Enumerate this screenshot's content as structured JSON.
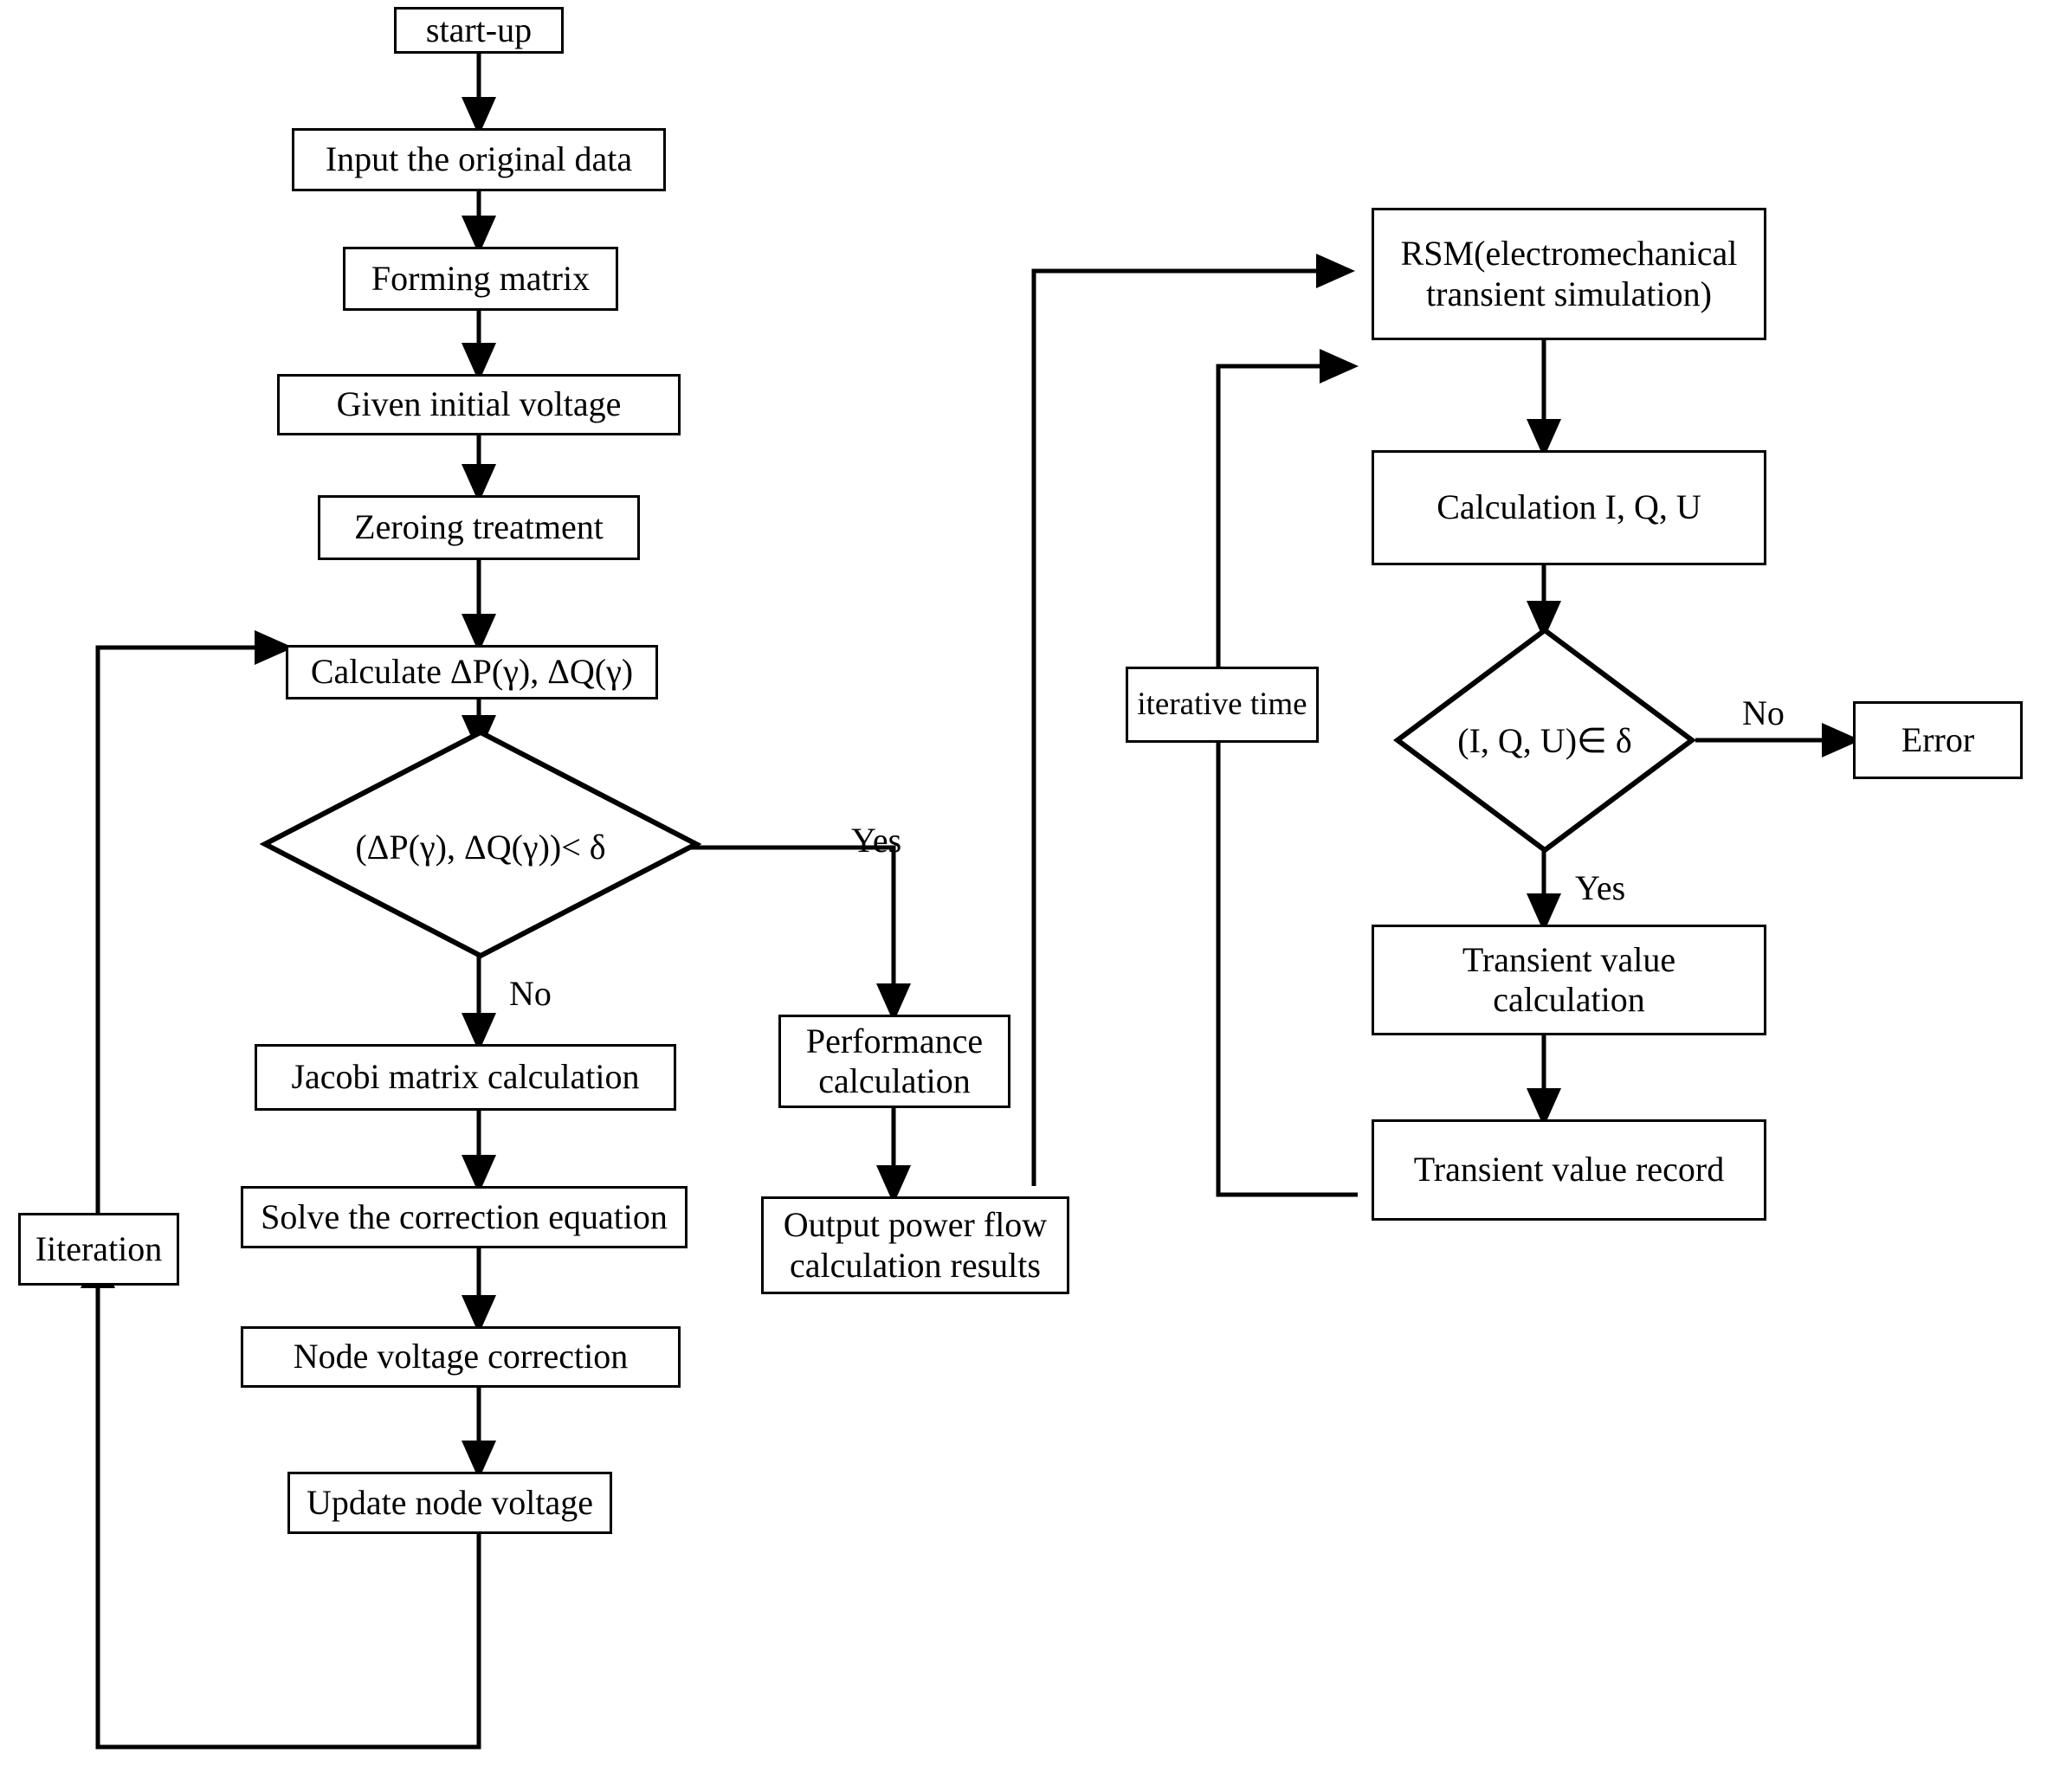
{
  "diagram": {
    "type": "flowchart",
    "title": "Power flow and electromechanical transient simulation flowchart",
    "stroke_color": "#000000",
    "fill_color": "#ffffff"
  },
  "nodes": {
    "start_up": "start-up",
    "input_original_data": "Input the original data",
    "forming_matrix": "Forming matrix",
    "given_initial_voltage": "Given initial voltage",
    "zeroing_treatment": "Zeroing treatment",
    "calculate_deltas": "Calculate ΔP(γ), ΔQ(γ)",
    "decision_left": "(ΔP(γ), ΔQ(γ))< δ",
    "jacobi_matrix_calculation": "Jacobi matrix calculation",
    "solve_correction_equation": "Solve the correction equation",
    "node_voltage_correction": "Node voltage correction",
    "update_node_voltage": "Update node voltage",
    "iteration": "Iiteration",
    "performance_calculation": "Performance\ncalculation",
    "output_power_flow": "Output power flow\ncalculation results",
    "rsm": "RSM(electromechanical\ntransient simulation)",
    "calculation_iqu": "Calculation I, Q, U",
    "iterative_time": "iterative time",
    "decision_right": "(I, Q, U)∈ δ",
    "error": "Error",
    "transient_value_calculation": "Transient value\ncalculation",
    "transient_value_record": "Transient value record"
  },
  "edge_labels": {
    "left_yes": "Yes",
    "left_no": "No",
    "right_no": "No",
    "right_yes": "Yes"
  }
}
